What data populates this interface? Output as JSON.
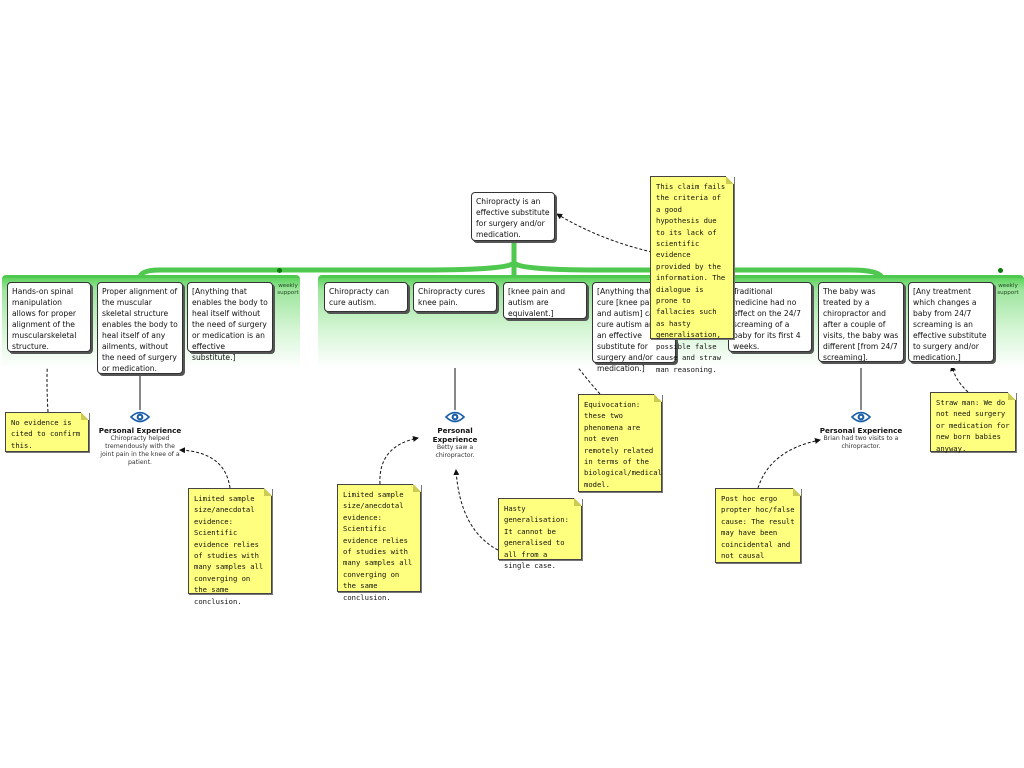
{
  "root_claim": "Chiropracty is an effective substitute for surgery and/or medication.",
  "panels": [
    {
      "weekly_label": "weekly support"
    },
    {
      "weekly_label": "weekly support"
    }
  ],
  "boxes": {
    "b1": "Hands-on spinal manipulation allows for proper alignment of the muscularskeletal structure.",
    "b2": "Proper alignment of the muscular skeletal structure enables the body to heal itself of any ailments, without the need of surgery or medication.",
    "b3": "[Anything that enables the body to heal itself without the need of surgery or medication is an effective substitute.]",
    "b4": "Chiropracty can cure autism.",
    "b5": "Chiropracty cures knee pain.",
    "b6": "[knee pain and autism are equivalent.]",
    "b7": "[Anything that can cure [knee pain and autism] can cure autism and is an effective substitute for surgery and/or medication.]",
    "b8": "Traditional medicine had no effect on the 24/7 screaming of a baby for its first 4 weeks.",
    "b9": "The baby was treated by a chiropractor and after a couple of visits, the baby was different [from 24/7 screaming].",
    "b10": "[Any treatment which changes a baby from 24/7 screaming is an effective substitute to surgery and/or medication.]"
  },
  "personal_experiences": [
    {
      "title": "Personal Experience",
      "desc": "Chiropracty helped tremendously with the joint pain in the knee of a patient.",
      "icon": "eye-icon"
    },
    {
      "title": "Personal Experience",
      "desc": "Betty saw a chiropractor.",
      "icon": "eye-icon"
    },
    {
      "title": "Personal Experience",
      "desc": "Brian had two visits to a chiropractor.",
      "icon": "eye-icon"
    }
  ],
  "notes": {
    "n_top": "This claim fails the criteria of a good hypothesis due to its lack of scientific evidence provided by the information. The dialogue is prone to fallacies such as hasty generalisation, possible false cause and straw man reasoning.",
    "n1": "No evidence is cited to confirm this.",
    "n2": "Limited sample size/anecdotal evidence: Scientific evidence relies of studies with many samples all converging on the same conclusion.",
    "n3": "Limited sample size/anecdotal evidence: Scientific evidence relies of studies with many samples all converging on the same conclusion.",
    "n4": "Hasty generalisation: It cannot be generalised to all from a single case.",
    "n5": "Equivocation: these two phenomena are not even remotely related in terms of the biological/medical model.",
    "n6": "Post hoc ergo propter hoc/false cause: The result may have been coincidental and not causal",
    "n7": "Straw man: We do not need surgery or medication for new born babies anyway."
  },
  "colors": {
    "panel_green": "#4ec84e",
    "note_yellow": "#ffff7f",
    "dot_green": "#0a7a0a"
  }
}
